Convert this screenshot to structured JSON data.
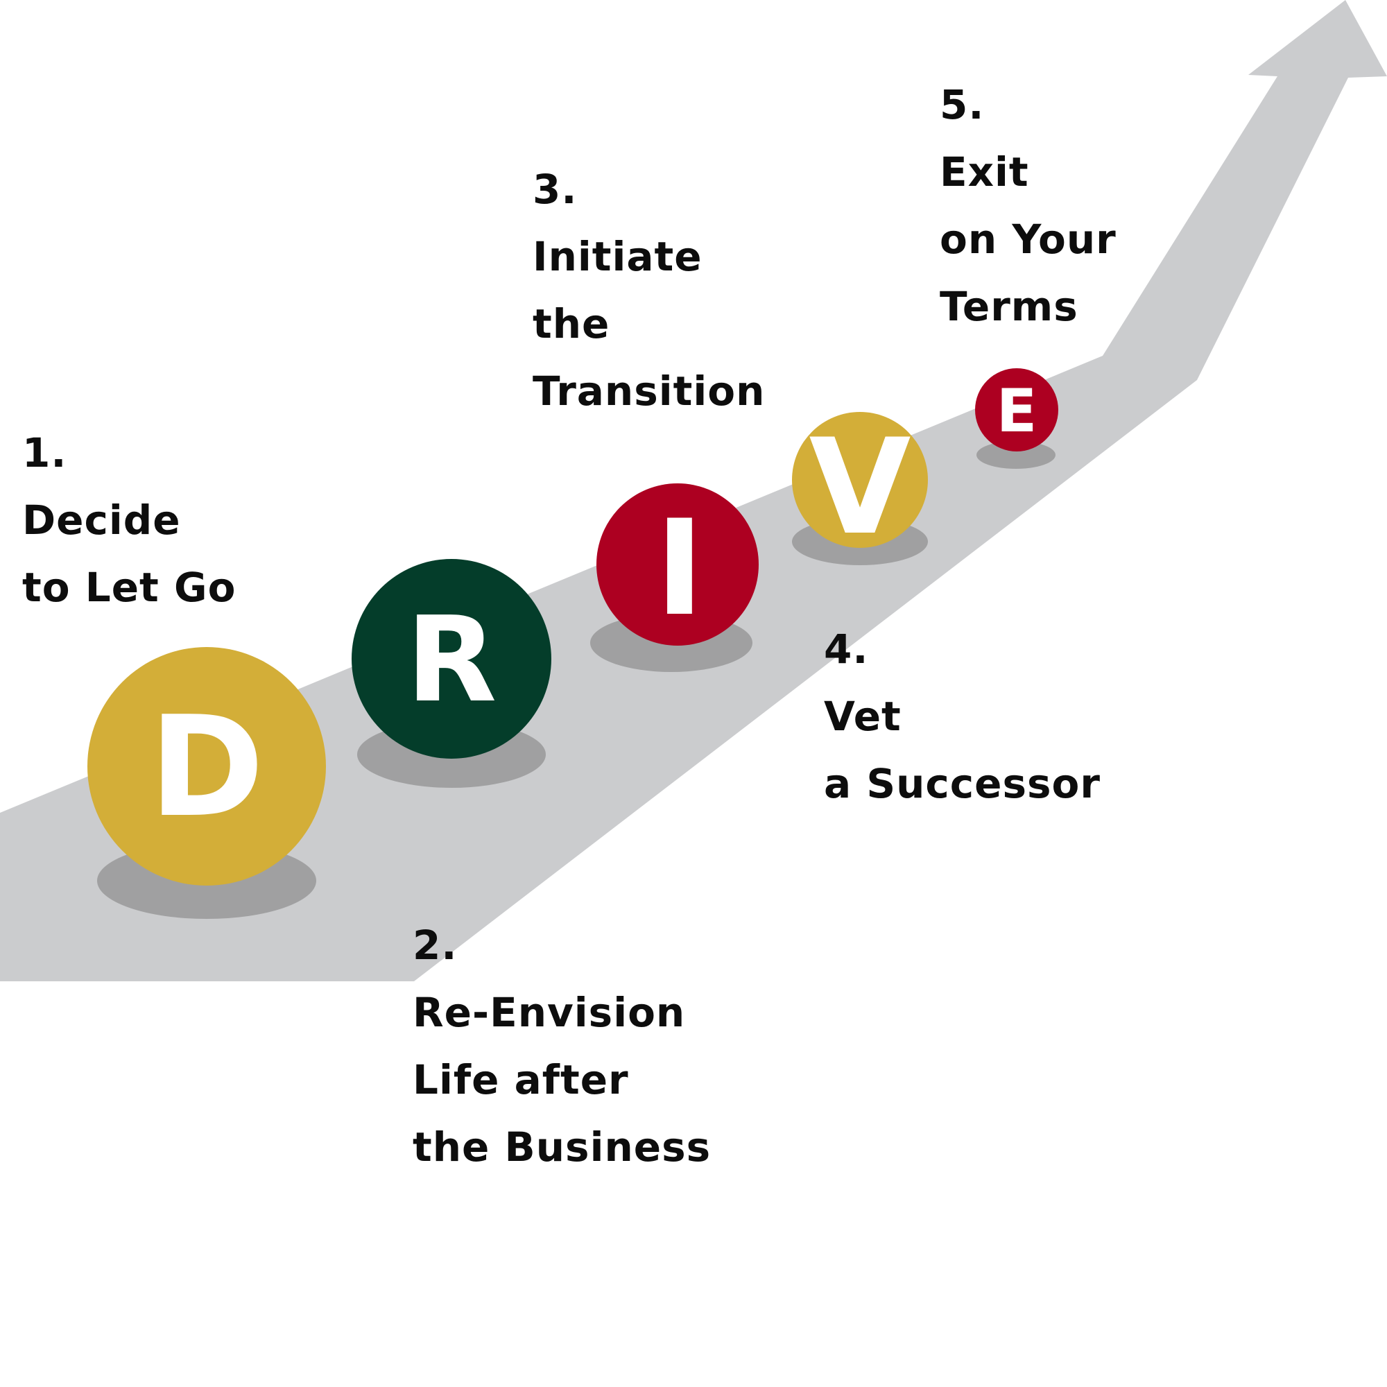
{
  "colors": {
    "road": "#cbccce",
    "shadow": "#a0a0a1",
    "gold": "#d3ae38",
    "green": "#043d2a",
    "crimson": "#ad0021",
    "letter": "#ffffff",
    "text": "#0d0d0d"
  },
  "steps": [
    {
      "letter": "D",
      "number": "1.",
      "lines": [
        "Decide",
        "to Let Go"
      ],
      "color": "gold"
    },
    {
      "letter": "R",
      "number": "2.",
      "lines": [
        "Re-Envision",
        "Life after",
        "the Business"
      ],
      "color": "green"
    },
    {
      "letter": "I",
      "number": "3.",
      "lines": [
        "Initiate",
        "the",
        "Transition"
      ],
      "color": "crimson"
    },
    {
      "letter": "V",
      "number": "4.",
      "lines": [
        "Vet",
        "a Successor"
      ],
      "color": "gold"
    },
    {
      "letter": "E",
      "number": "5.",
      "lines": [
        "Exit",
        "on Your",
        "Terms"
      ],
      "color": "crimson"
    }
  ]
}
